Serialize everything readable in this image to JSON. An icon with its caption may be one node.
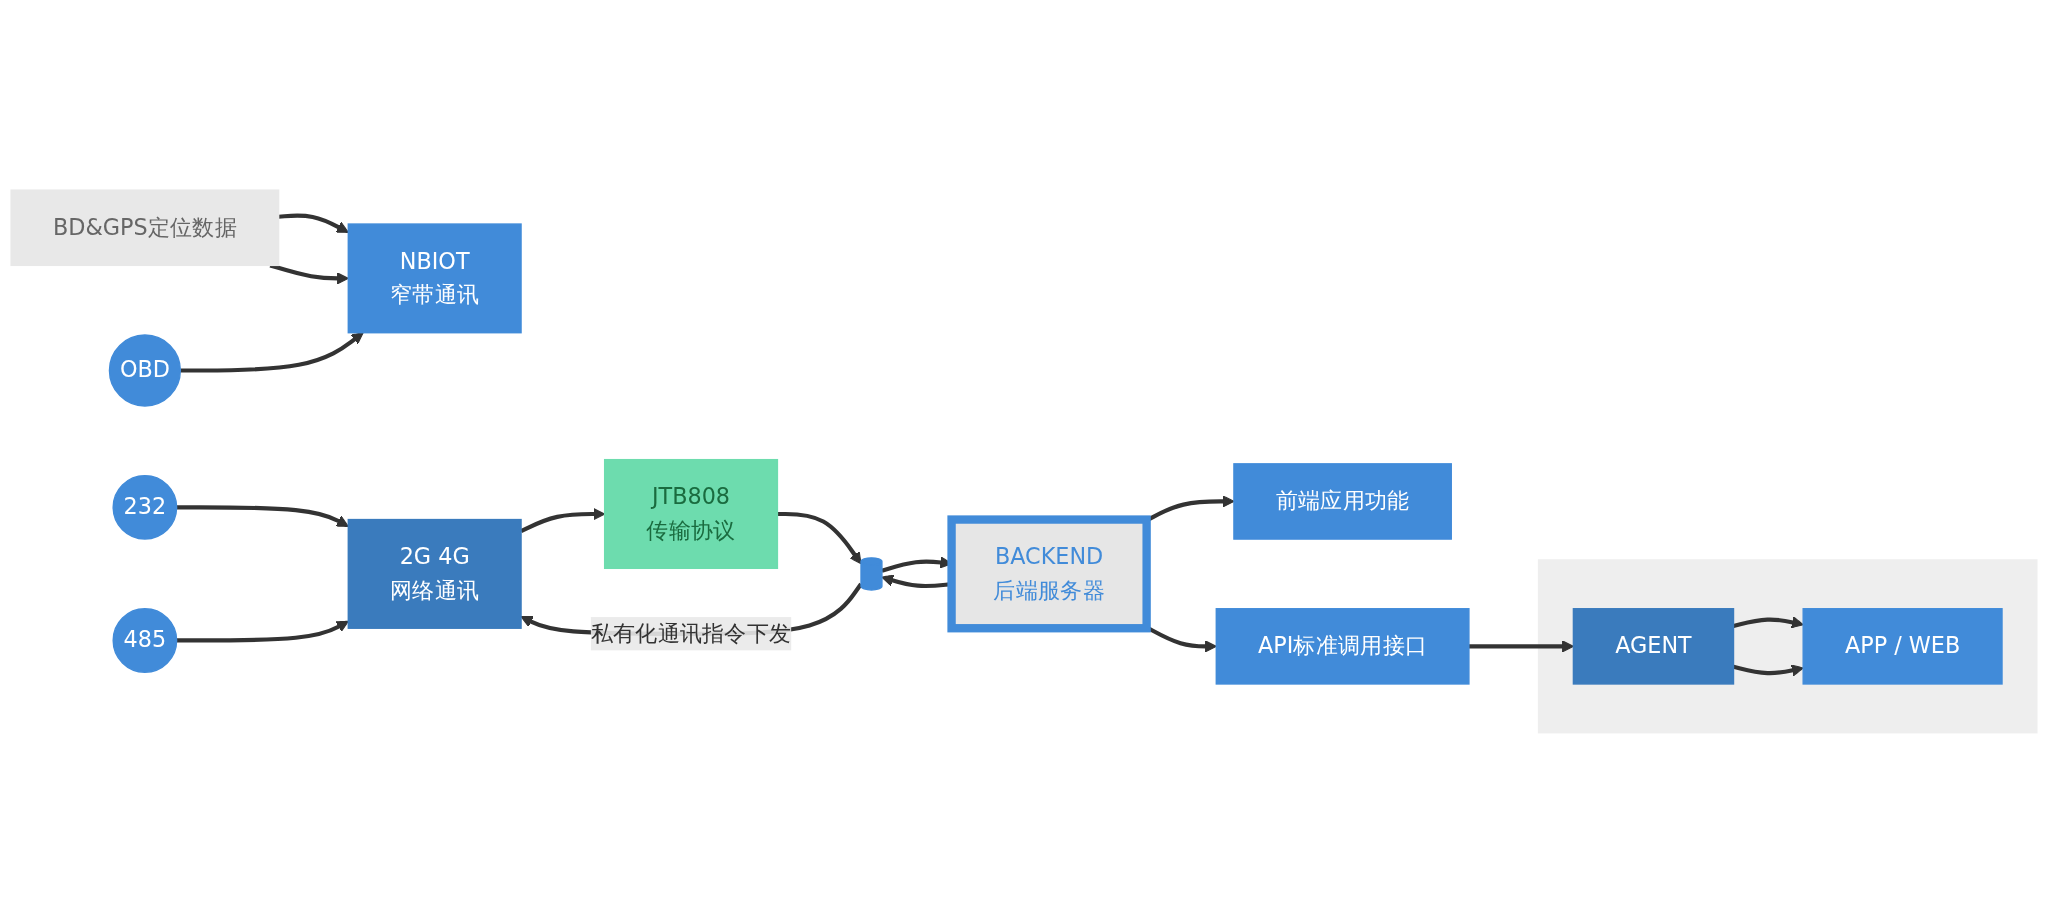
{
  "diagram": {
    "nodes": [
      {
        "text": [
          "BD&GPS定位数据"
        ]
      },
      {
        "text": [
          "OBD"
        ]
      },
      {
        "text": [
          "232"
        ]
      },
      {
        "text": [
          "485"
        ]
      },
      {
        "text": [
          "NBIOT",
          "窄带通讯"
        ]
      },
      {
        "text": [
          "2G 4G",
          "网络通讯"
        ]
      },
      {
        "text": [
          "JTB808",
          "传输协议"
        ]
      },
      {
        "text": [],
        "shape": "cylinder"
      },
      {
        "text": [
          "BACKEND",
          "后端服务器"
        ]
      },
      {
        "text": [
          "前端应用功能"
        ]
      },
      {
        "text": [
          "API标准调用接口"
        ]
      },
      {
        "text": [],
        "shape": "box"
      },
      {
        "text": [
          "APP / WEB"
        ],
        "in": 11
      },
      {
        "text": [
          "AGENT"
        ],
        "in": 11
      }
    ],
    "edges": [
      {
        "from": 0,
        "to": 4,
        "arrow": "to"
      },
      {
        "from": 0,
        "to": 4,
        "arrow": "to"
      },
      {
        "from": 1,
        "to": 4,
        "arrow": "to"
      },
      {
        "from": 2,
        "to": 5,
        "arrow": "to"
      },
      {
        "from": 3,
        "to": 5,
        "arrow": "to"
      },
      {
        "from": 5,
        "to": 6,
        "arrow": "to"
      },
      {
        "from": 6,
        "to": 7,
        "arrow": "to"
      },
      {
        "from": 7,
        "to": 5,
        "arrow": "to",
        "label": "私有化通讯指令下发"
      },
      {
        "from": 7,
        "to": 8,
        "arrow": "to"
      },
      {
        "from": 8,
        "to": 7,
        "arrow": "to"
      },
      {
        "from": 8,
        "to": 9,
        "arrow": "to"
      },
      {
        "from": 8,
        "to": 10,
        "arrow": "to"
      },
      {
        "from": 10,
        "to": 13,
        "arrow": "to"
      },
      {
        "from": 13,
        "to": 12,
        "arrow": "to"
      },
      {
        "from": 13,
        "to": 12,
        "arrow": "to"
      }
    ]
  }
}
